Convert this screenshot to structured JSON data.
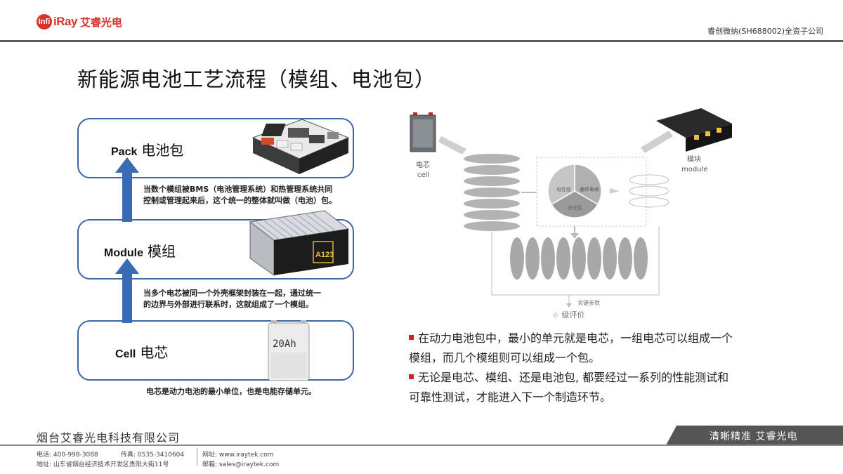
{
  "header": {
    "logo_mark": "Infi",
    "logo_name": "iRay",
    "logo_cn": "艾睿光电",
    "tagline": "睿创微纳(SH688002)全资子公司"
  },
  "title": "新能源电池工艺流程（模组、电池包）",
  "left": {
    "pack": {
      "en": "Pack",
      "cn": "电池包"
    },
    "module": {
      "en": "Module",
      "cn": "模组"
    },
    "cell": {
      "en": "Cell",
      "cn": "电芯"
    },
    "pack_desc_1": "当数个模组被BMS（电池管理系统）和热管理系统共同",
    "pack_desc_2": "控制或管理起来后，这个统一的整体就叫做（电池）包。",
    "module_desc_1": "当多个电芯被同一个外壳框架封装在一起，通过统一",
    "module_desc_2": "的边界与外部进行联系时，这就组成了一个模组。",
    "cell_desc": "电芯是动力电池的最小单位，也是电能存储单元。",
    "module_brand": "A123",
    "cell_capacity": "20Ah"
  },
  "right": {
    "cell_label_cn": "电芯",
    "cell_label_en": "cell",
    "module_label_cn": "模块",
    "module_label_en": "module",
    "pie_1": "电性能",
    "pie_2": "循环寿命",
    "pie_3": "安全性",
    "key_params": "关键参数",
    "grade": "☆ 级评价"
  },
  "bullets": [
    "在动力电池包中，最小的单元就是电芯，一组电芯可以组成一个模组，而几个模组则可以组成一个包。",
    "无论是电芯、模组、还是电池包, 都要经过一系列的性能测试和可靠性测试，才能进入下一个制造环节。"
  ],
  "footer": {
    "company": "烟台艾睿光电科技有限公司",
    "slogan": "清晰精准  艾睿光电",
    "phone": "电话: 400-998-3088",
    "fax": "传真: 0535-3410604",
    "address": "地址: 山东省烟台经济技术开发区贵阳大街11号",
    "website": "网址: www.iraytek.com",
    "email": "邮箱: sales@iraytek.com"
  },
  "colors": {
    "brand_red": "#d9342b",
    "box_border": "#3d66a6",
    "arrow_blue": "#3a6bb5",
    "bullet_red": "#c9251f"
  }
}
